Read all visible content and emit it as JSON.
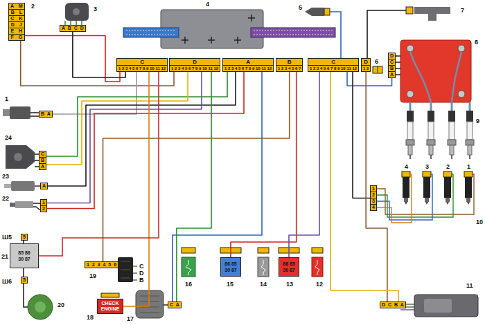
{
  "diagram": {
    "nodes": [
      {
        "text": [
          "A M",
          "B L",
          "C K",
          "D J",
          "E H",
          "F G"
        ]
      },
      {
        "text": [
          "A B C D"
        ]
      },
      {
        "text": [
          "C",
          "1 2 3 4 5 6 7 8 9 10 11 12"
        ]
      },
      {
        "text": [
          "D",
          "1 2 3 4 5 6 7 8 9 10 11 12"
        ]
      },
      {
        "text": [
          "A",
          "1 2 3 4 5 6 7 8 9 10 11 12"
        ]
      },
      {
        "text": [
          "B",
          "1 2 3 4 5 6 7"
        ]
      },
      {
        "text": [
          "C",
          "1 2 3 4 5 6 7 8 9 10 11 12"
        ]
      },
      {
        "text": [
          "D",
          "1 2"
        ]
      },
      {
        "text": [
          "D",
          "C",
          "B",
          "A"
        ]
      },
      {
        "text": [
          "1",
          "2",
          "3",
          "4"
        ]
      },
      {
        "text": [
          "D C B A"
        ]
      },
      {
        "text": [
          "86 85",
          "30 87"
        ]
      },
      {
        "text": [
          "86 85",
          "30 87"
        ]
      },
      {
        "text": [
          "85 86",
          "30 87"
        ]
      },
      {
        "text": [
          "5"
        ]
      },
      {
        "text": [
          "5"
        ]
      },
      {
        "text": [
          "1",
          "2"
        ]
      },
      {
        "text": [
          "A"
        ]
      },
      {
        "text": [
          "C",
          "B",
          "A"
        ]
      },
      {
        "text": [
          "B A"
        ]
      },
      {
        "text": [
          "1 2 3 4 5 6"
        ]
      },
      {
        "text": [
          "CHECK ENGINE"
        ]
      },
      {
        "text": [
          "C A"
        ]
      }
    ],
    "edges": [
      {
        "from": 2,
        "to": 0,
        "arrow": "none"
      },
      {
        "from": 2,
        "to": 1,
        "arrow": "none"
      },
      {
        "from": 3,
        "to": 0,
        "arrow": "none"
      },
      {
        "from": 2,
        "to": 19,
        "arrow": "none"
      },
      {
        "from": 4,
        "to": 18,
        "arrow": "none"
      },
      {
        "from": 3,
        "to": 18,
        "arrow": "none"
      },
      {
        "from": 4,
        "to": 17,
        "arrow": "none"
      },
      {
        "from": 3,
        "to": 16,
        "arrow": "none"
      },
      {
        "from": 4,
        "to": 16,
        "arrow": "none"
      },
      {
        "from": 5,
        "to": 20,
        "arrow": "none"
      },
      {
        "from": 2,
        "to": 21,
        "arrow": "none"
      },
      {
        "from": 4,
        "to": 22,
        "arrow": "none"
      },
      {
        "from": 3,
        "to": 22,
        "arrow": "none"
      },
      {
        "from": 5,
        "to": 11,
        "arrow": "none"
      },
      {
        "from": 6,
        "to": 12,
        "arrow": "none"
      },
      {
        "from": 6,
        "to": 8,
        "arrow": "none"
      },
      {
        "from": 6,
        "to": 9,
        "arrow": "none"
      },
      {
        "from": 7,
        "to": 10,
        "arrow": "none"
      },
      {
        "from": 6,
        "to": 10,
        "arrow": "none"
      },
      {
        "from": 2,
        "to": 13,
        "arrow": "none"
      }
    ],
    "labels": [
      "2",
      "3",
      "4",
      "5",
      "7",
      "8",
      "6",
      "1",
      "9",
      "24",
      "4",
      "3",
      "2",
      "1",
      "23",
      "22",
      "10",
      "Ш5",
      "21",
      "C",
      "D",
      "B",
      "19",
      "Ш6",
      "11",
      "16",
      "15",
      "14",
      "13",
      "12",
      "20",
      "18",
      "17"
    ]
  }
}
